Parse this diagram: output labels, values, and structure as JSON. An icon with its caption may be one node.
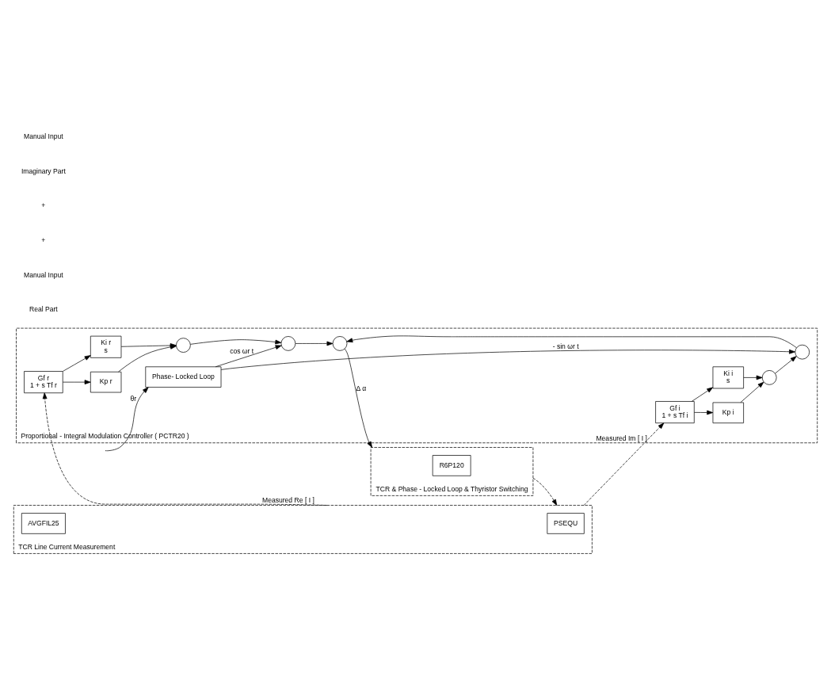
{
  "diagram": {
    "nodes": [
      {
        "text": [
          "Proportional - Integral Modulation Controller ( PCTR20 )"
        ]
      },
      {
        "text": [
          "Gf r",
          "1 + s Tf r"
        ],
        "in": 0
      },
      {
        "text": [
          "Kp r"
        ],
        "in": 0
      },
      {
        "text": [
          "Ki r",
          "s"
        ],
        "in": 0
      },
      {
        "text": [],
        "shape": "circle",
        "in": 0
      },
      {
        "text": [],
        "shape": "circle",
        "in": 0
      },
      {
        "text": [
          "Phase- Locked Loop"
        ],
        "in": 0
      },
      {
        "text": [
          "Gf i",
          "1 + s Tf i"
        ],
        "in": 0
      },
      {
        "text": [
          "Kp i"
        ],
        "in": 0
      },
      {
        "text": [
          "Ki i",
          "s"
        ],
        "in": 0
      },
      {
        "text": [],
        "shape": "circle",
        "in": 0
      },
      {
        "text": [],
        "shape": "circle",
        "in": 0
      },
      {
        "text": [],
        "shape": "circle",
        "in": 0
      },
      {
        "text": [
          "TCR Line Current Measurement"
        ]
      },
      {
        "text": [
          "PSEQU"
        ],
        "in": 13
      },
      {
        "text": [
          "AVGFIL25"
        ],
        "in": 13
      },
      {
        "text": [
          "TCR & Phase - Locked Loop & Thyristor Switching"
        ]
      },
      {
        "text": [
          "R6P120"
        ],
        "in": 16
      }
    ],
    "edges": [
      {
        "from": 13,
        "to": 1,
        "arrow": "to",
        "label": "Measured Re [ I ]",
        "style": "dashed"
      },
      {
        "from": 1,
        "to": 2,
        "arrow": "to"
      },
      {
        "from": 1,
        "to": 3,
        "arrow": "to"
      },
      {
        "from": 2,
        "to": 4,
        "arrow": "to"
      },
      {
        "from": 3,
        "to": 4,
        "arrow": "to"
      },
      {
        "from": 4,
        "to": 5,
        "arrow": "to"
      },
      {
        "from": 6,
        "to": 5,
        "arrow": "to",
        "label": "cos ωr t"
      },
      {
        "from": null,
        "to": 6,
        "arrow": "to",
        "label": "θr"
      },
      {
        "from": 13,
        "to": 7,
        "arrow": "to",
        "label": "Measured Im [ I ]",
        "style": "dashed"
      },
      {
        "from": 7,
        "to": 8,
        "arrow": "to"
      },
      {
        "from": 7,
        "to": 9,
        "arrow": "to"
      },
      {
        "from": 8,
        "to": 10,
        "arrow": "to"
      },
      {
        "from": 9,
        "to": 10,
        "arrow": "to"
      },
      {
        "from": 10,
        "to": 11,
        "arrow": "to"
      },
      {
        "from": 6,
        "to": 11,
        "arrow": "to",
        "label": "- sin ωr t"
      },
      {
        "from": 5,
        "to": 12,
        "arrow": "to"
      },
      {
        "from": 11,
        "to": 12,
        "arrow": "to"
      },
      {
        "from": 12,
        "to": 16,
        "arrow": "to",
        "label": "Δ α"
      },
      {
        "from": 16,
        "to": 13,
        "arrow": "to",
        "style": "dashed"
      }
    ],
    "labels": [
      "Real Part",
      "Manual Input",
      "+",
      "+",
      "Imaginary Part",
      "Manual Input"
    ]
  }
}
